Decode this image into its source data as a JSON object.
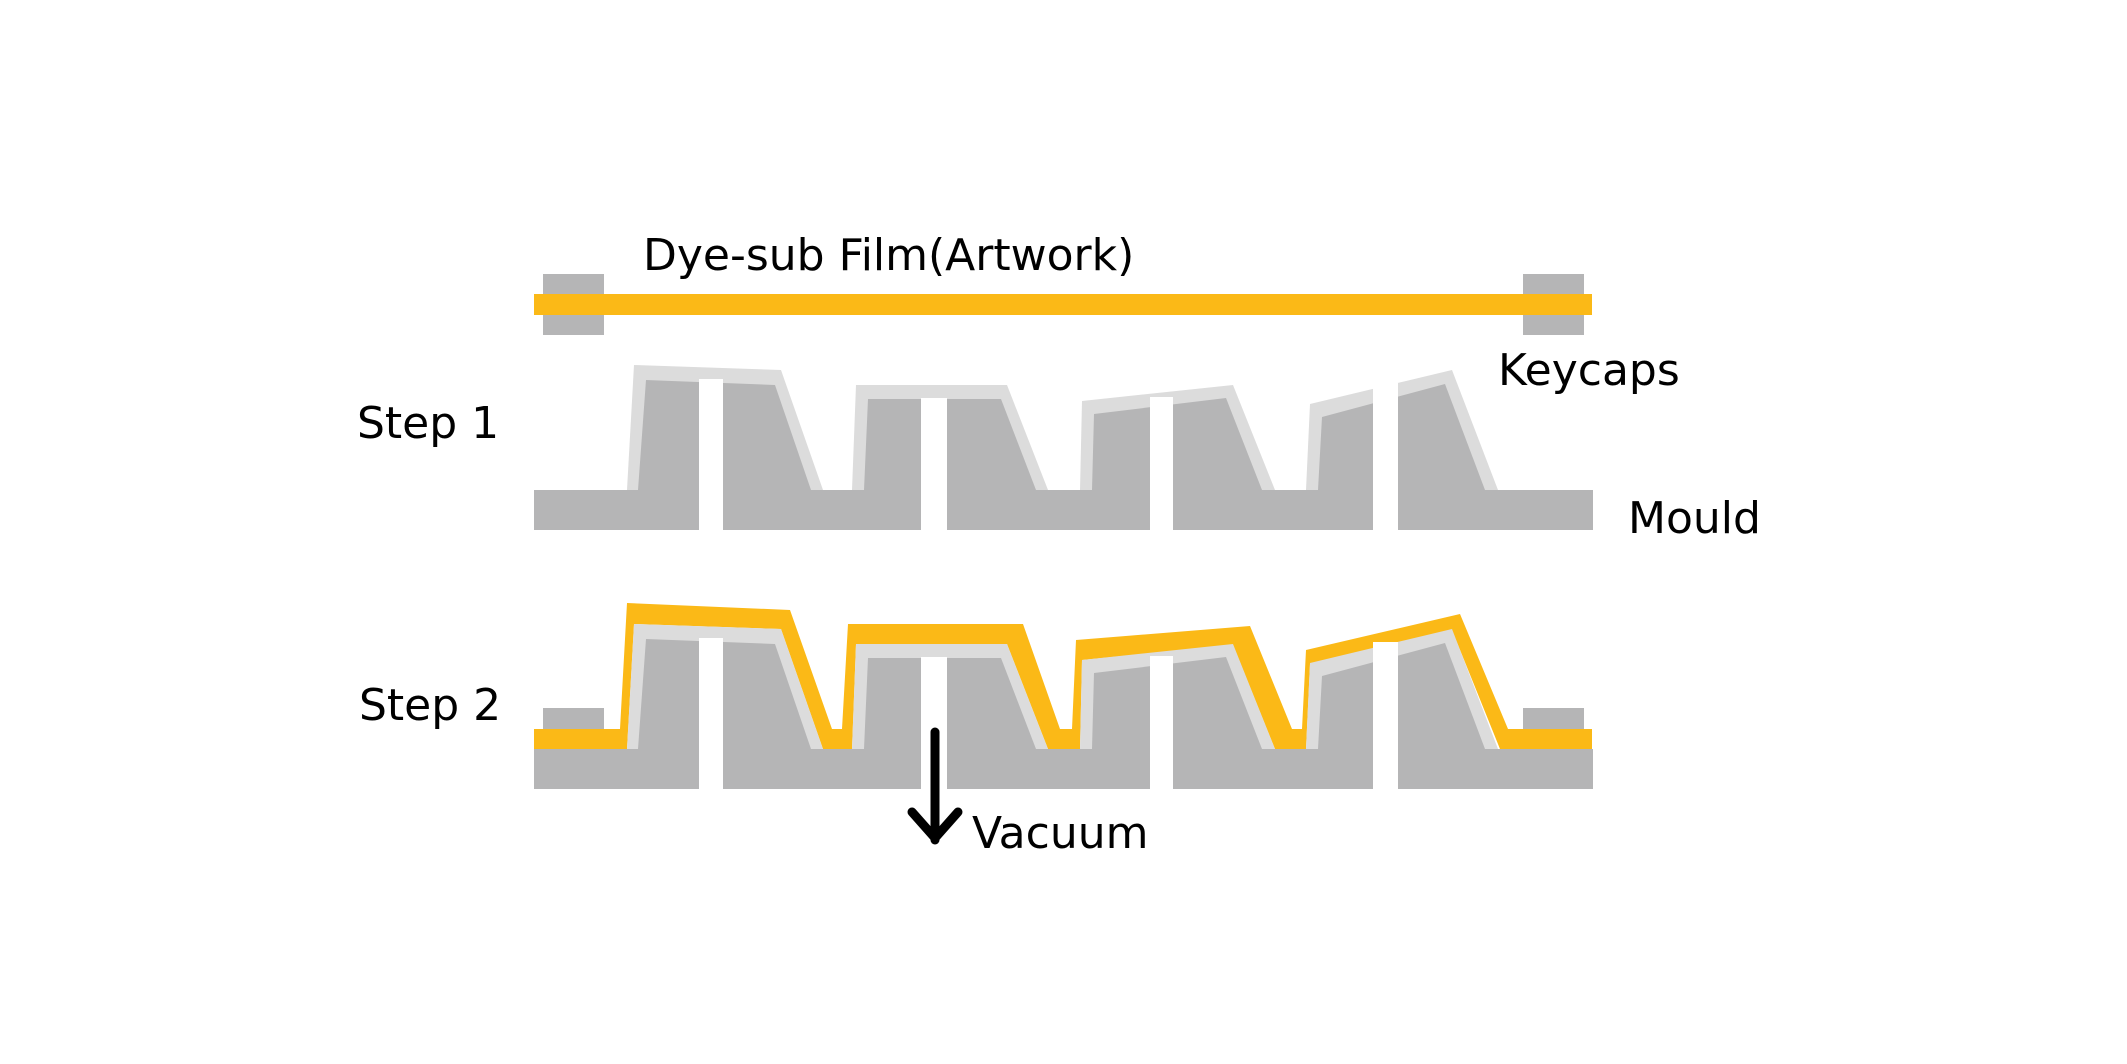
{
  "title": "Dye-sub Film(Artwork)",
  "labels": {
    "step1": "Step 1",
    "step2": "Step 2",
    "keycaps": "Keycaps",
    "mould": "Mould",
    "vacuum": "Vacuum"
  },
  "colors": {
    "film": "#FBB917",
    "keycap": "#DCDCDC",
    "mould": "#B5B5B6",
    "arrow": "#000000"
  },
  "steps": [
    {
      "name": "Step 1",
      "description": "Dye-sub film clamped above keycaps seated in mould"
    },
    {
      "name": "Step 2",
      "description": "Film drawn down over keycaps by vacuum"
    }
  ]
}
